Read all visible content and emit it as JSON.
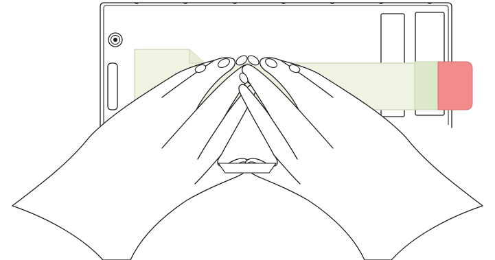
{
  "figure": {
    "colors": {
      "background": "#ffffff",
      "outline": "#1a1a1a",
      "sheet_fill": "#eef3e2",
      "sheet_stroke": "#c9d3b7",
      "mid_tab": "#dce8c9",
      "red_tab": "#f28c8c"
    },
    "icons": [
      "tablet-device",
      "camera-icon",
      "left-hand",
      "right-hand",
      "paper-sheet"
    ]
  }
}
